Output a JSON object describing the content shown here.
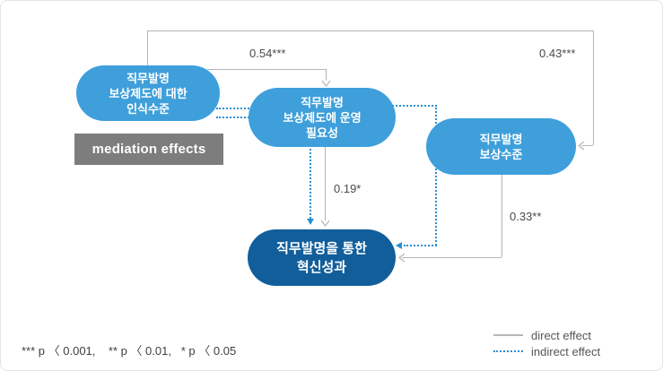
{
  "diagram": {
    "mediation_label": "mediation effects",
    "nodes": {
      "perception": {
        "lines": [
          "직무발명",
          "보상제도에 대한",
          "인식수준"
        ]
      },
      "necessity": {
        "lines": [
          "직무발명",
          "보상제도에 운영",
          "필요성"
        ]
      },
      "compensation": {
        "lines": [
          "직무발명",
          "보상수준"
        ]
      },
      "outcome": {
        "lines": [
          "직무발명을 통한",
          "혁신성과"
        ]
      }
    },
    "coefficients": {
      "perception_to_necessity": "0.54***",
      "perception_to_compensation": "0.43***",
      "necessity_to_outcome": "0.19*",
      "compensation_to_outcome": "0.33**"
    },
    "legend": {
      "direct": "direct effect",
      "indirect": "indirect effect"
    },
    "footnote": "*** p 〈 0.001,    ** p 〈 0.01,   * p 〈 0.05",
    "colors": {
      "node_blue": "#3e9fdb",
      "outcome_navy": "#115e9b",
      "mediation_gray": "#7d7d7d",
      "direct_line": "#b5b5b5",
      "indirect_line": "#2b8fd1"
    }
  }
}
